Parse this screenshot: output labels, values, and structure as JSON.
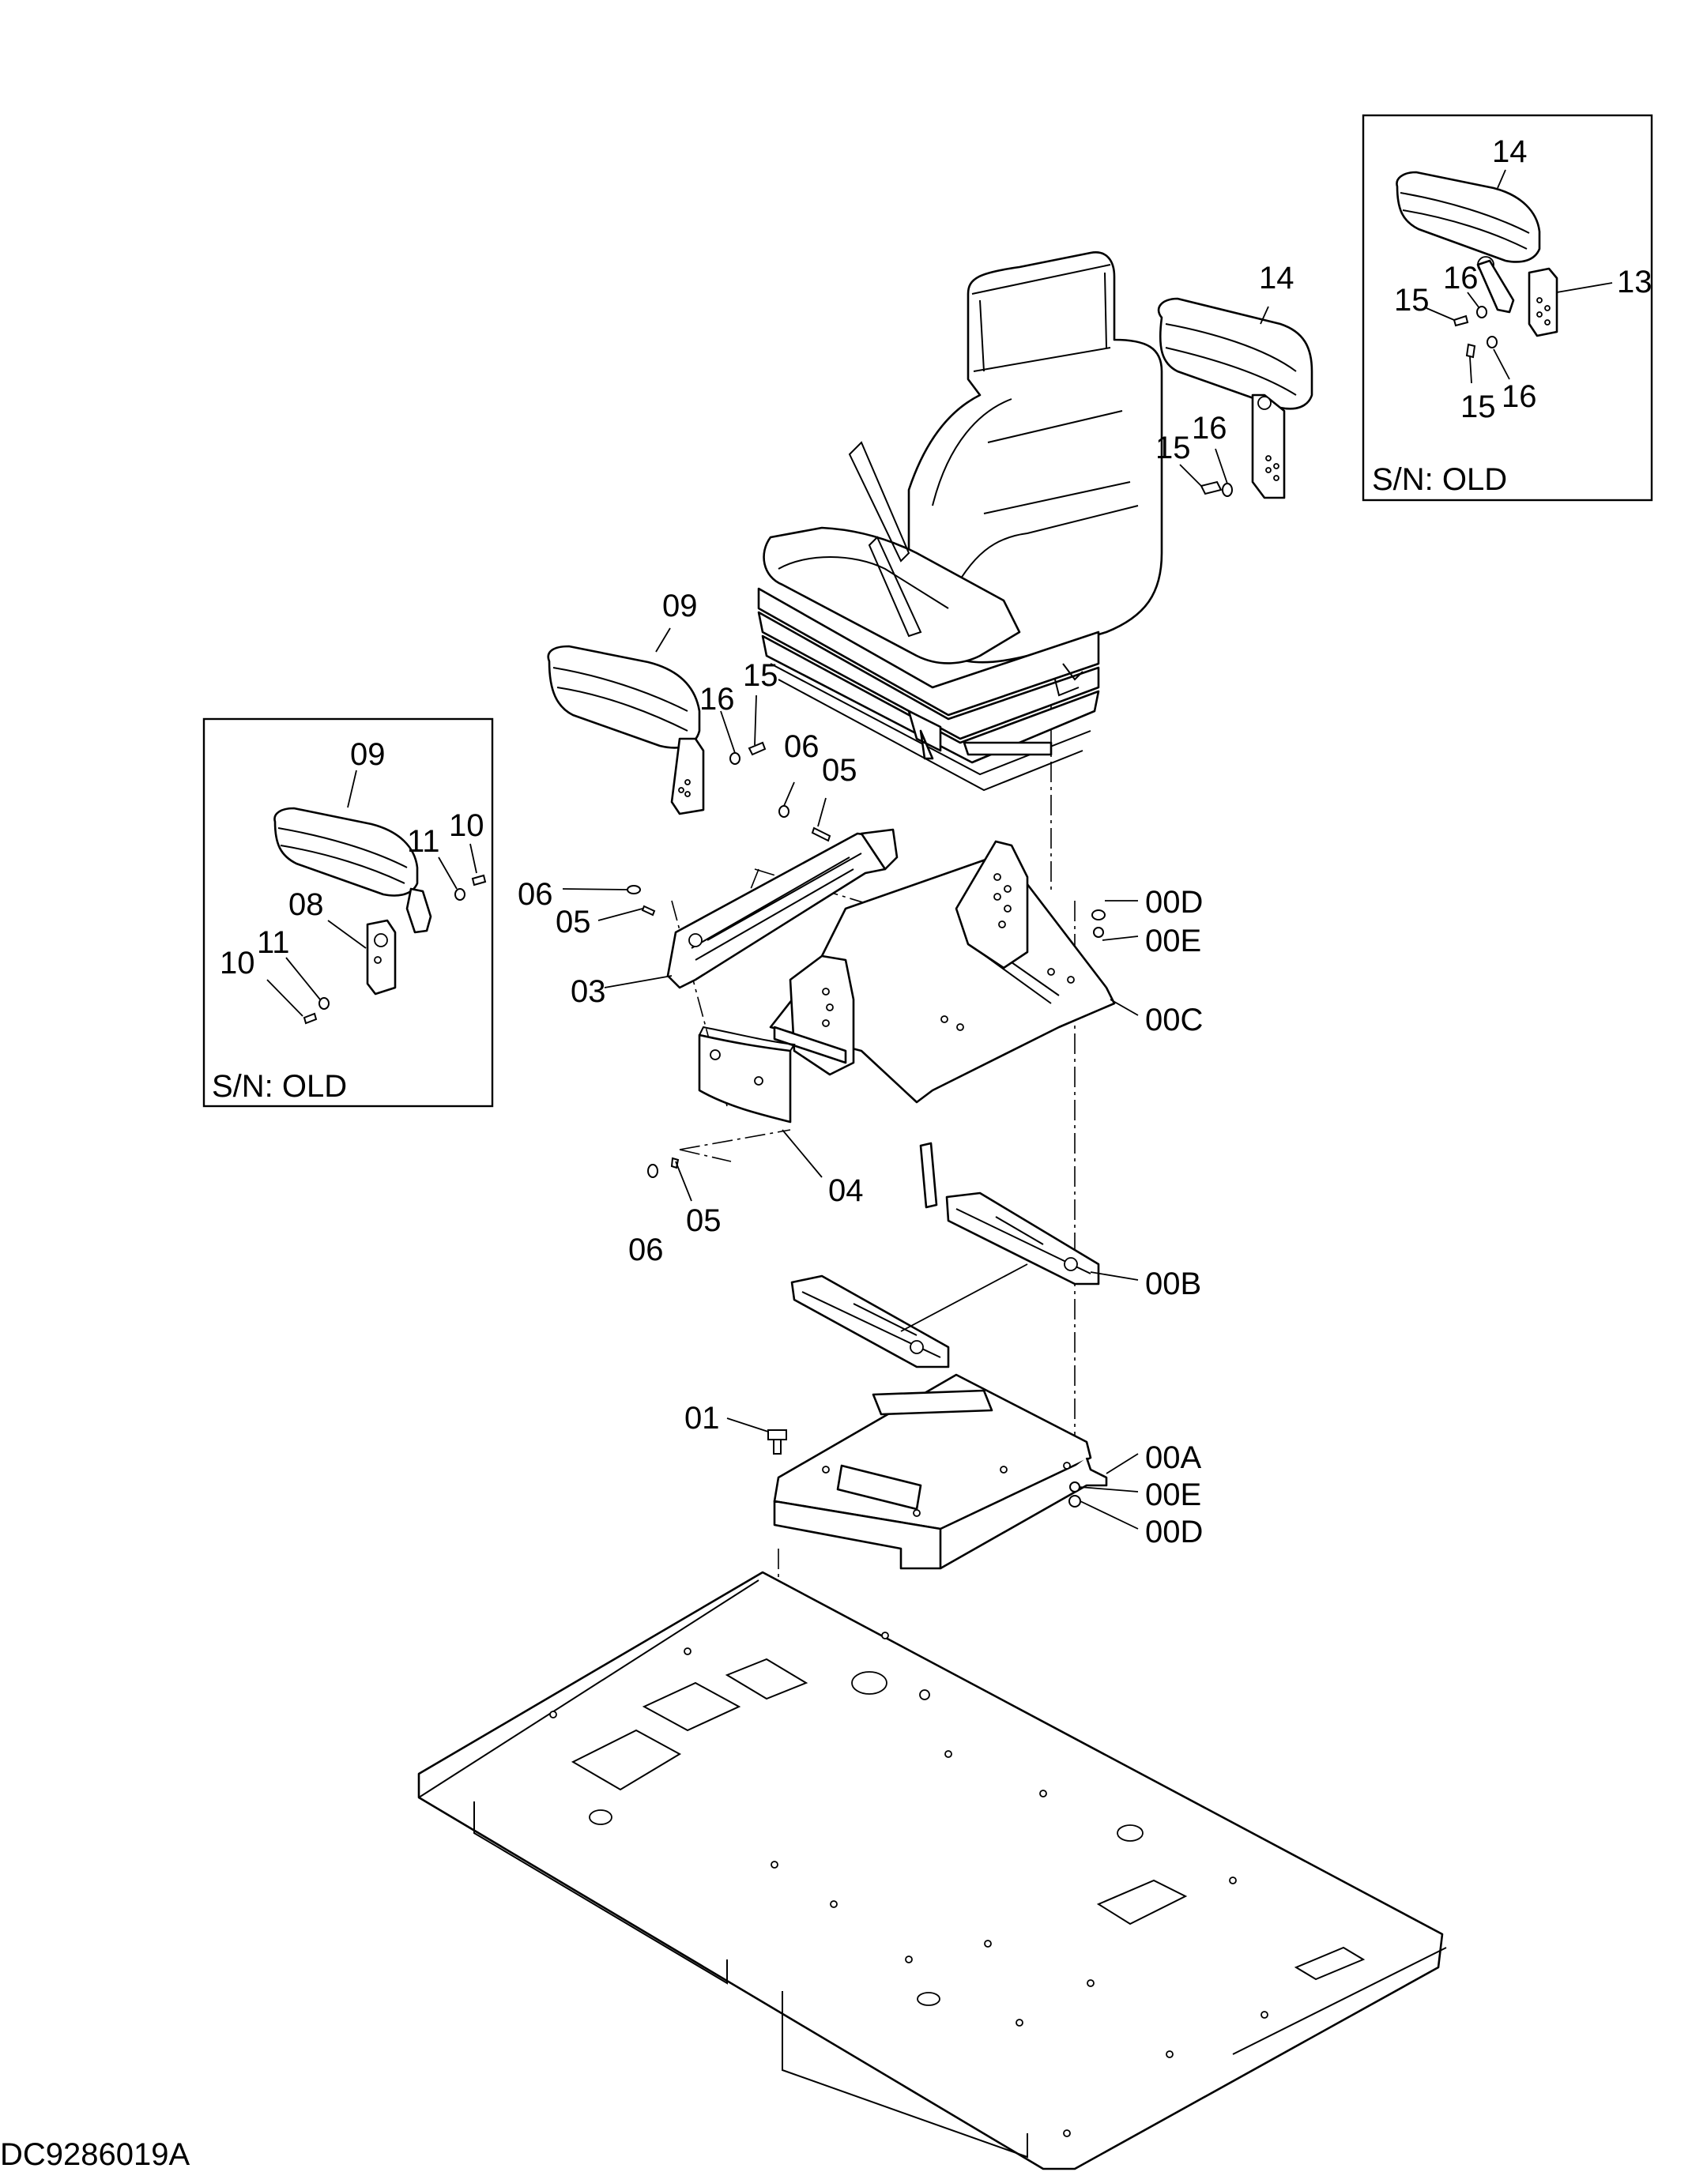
{
  "drawing_number": "DC9286019A",
  "callouts": {
    "c14_main": "14",
    "c15_main": "15",
    "c16_main": "16",
    "c09_main": "09",
    "c16_arm": "16",
    "c15_arm": "15",
    "c06_top": "06",
    "c05_top": "05",
    "c06_mid": "06",
    "c05_mid": "05",
    "c03": "03",
    "c00D_top": "00D",
    "c00E_top": "00E",
    "c00C": "00C",
    "c04": "04",
    "c05_bot": "05",
    "c06_bot": "06",
    "c00B": "00B",
    "c01": "01",
    "c00A": "00A",
    "c00E_bot": "00E",
    "c00D_bot": "00D"
  },
  "inset_left": {
    "c09": "09",
    "c11_top": "11",
    "c10_top": "10",
    "c08": "08",
    "c11_bot": "11",
    "c10_bot": "10",
    "note": "S/N: OLD"
  },
  "inset_right": {
    "c14": "14",
    "c16_top": "16",
    "c15_top": "15",
    "c13": "13",
    "c15_bot": "15",
    "c16_bot": "16",
    "note": "S/N: OLD"
  }
}
